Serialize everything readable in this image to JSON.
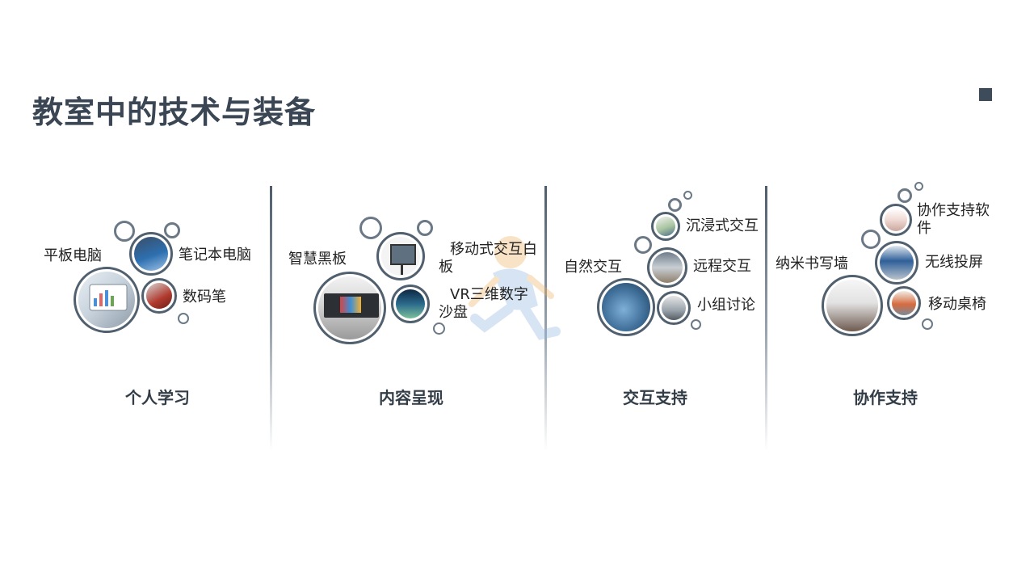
{
  "page": {
    "title": "教室中的技术与装备"
  },
  "sections": [
    {
      "category": "个人学习",
      "items": [
        "平板电脑",
        "笔记本电脑",
        "数码笔"
      ]
    },
    {
      "category": "内容呈现",
      "items": [
        "智慧黑板",
        "移动式交互白板",
        "VR三维数字沙盘"
      ]
    },
    {
      "category": "交互支持",
      "items": [
        "沉浸式交互",
        "自然交互",
        "远程交互",
        "小组讨论"
      ]
    },
    {
      "category": "协作支持",
      "items": [
        "协作支持软件",
        "纳米书写墙",
        "无线投屏",
        "移动桌椅"
      ]
    }
  ],
  "colors": {
    "title": "#3a4654",
    "circle_border": "#51606e",
    "accent_square": "#3d4b5b"
  }
}
